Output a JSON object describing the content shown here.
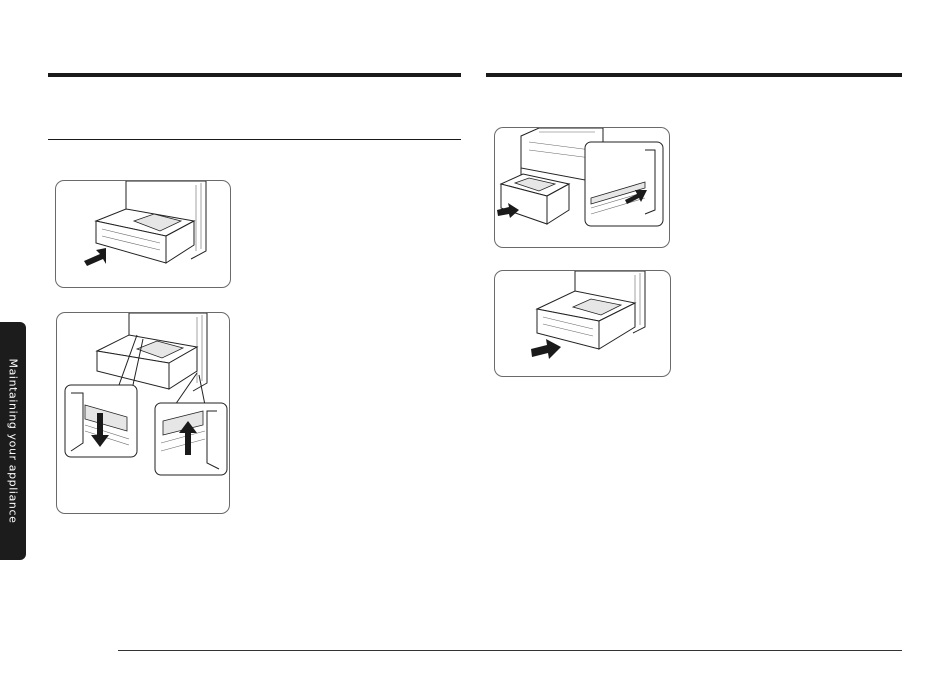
{
  "sidebar": {
    "section_label": "Maintaining your appliance"
  },
  "figures": [
    {
      "name": "drawer-pull-out-illustration"
    },
    {
      "name": "drawer-release-tabs-illustration"
    },
    {
      "name": "drawer-rail-align-illustration"
    },
    {
      "name": "drawer-push-in-illustration"
    }
  ]
}
